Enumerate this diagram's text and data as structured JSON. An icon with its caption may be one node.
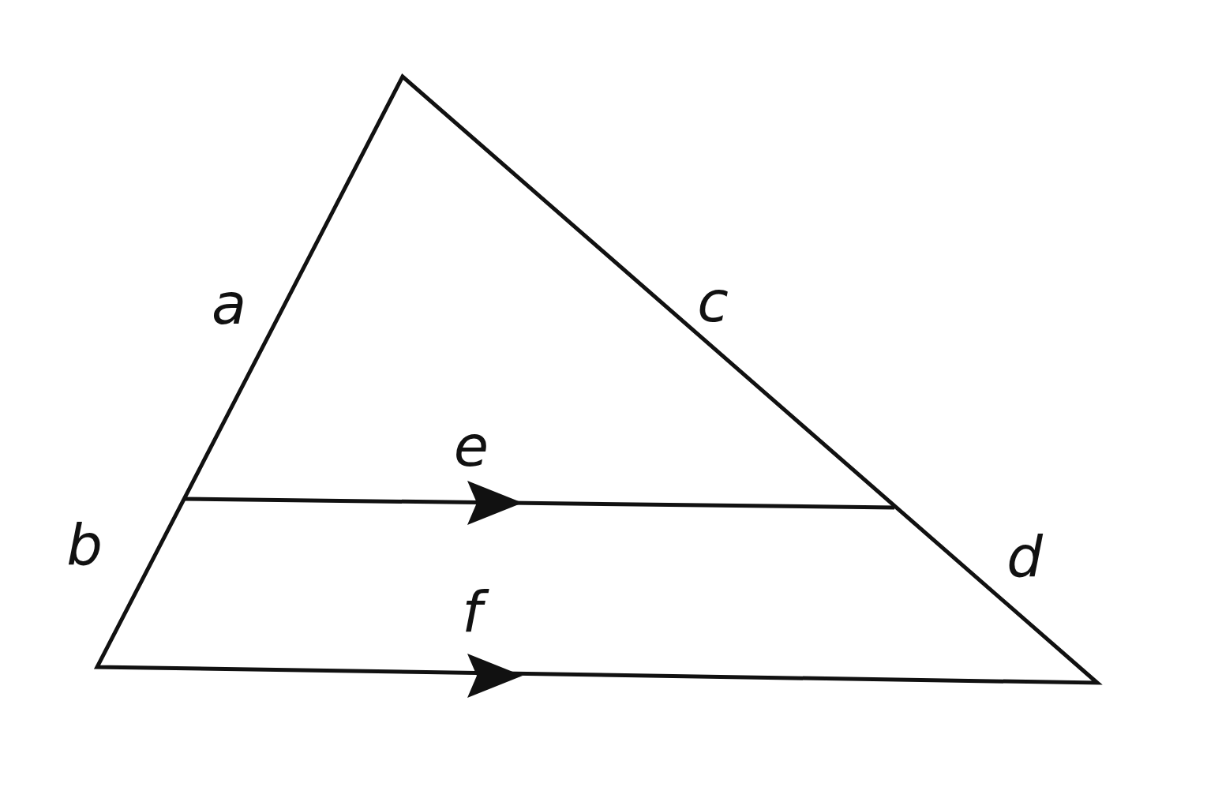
{
  "diagram": {
    "labels": [
      "a",
      "c",
      "e",
      "b",
      "d",
      "f"
    ]
  }
}
